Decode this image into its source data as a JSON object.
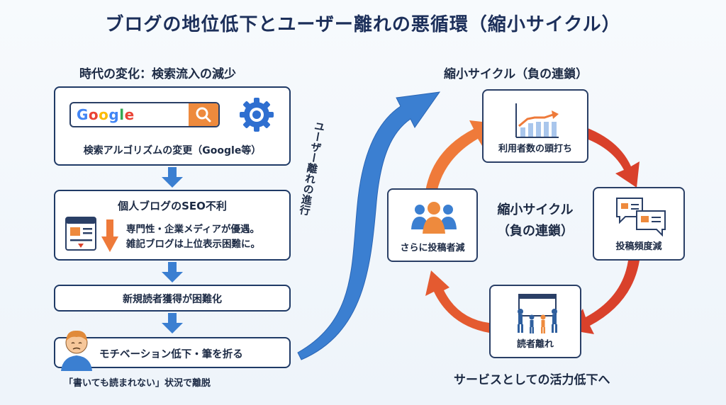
{
  "title": "ブログの地位低下とユーザー離れの悪循環（縮小サイクル）",
  "left": {
    "heading": "時代の変化：検索流入の減少",
    "step1": {
      "search_logo": "Google",
      "label": "検索アルゴリズムの変更（Google等）"
    },
    "step2": {
      "title": "個人ブログのSEO不利",
      "line1": "専門性・企業メディアが優遇。",
      "line2": "雑記ブログは上位表示困難に。"
    },
    "step3": {
      "label": "新規読者獲得が困難化"
    },
    "step4": {
      "label": "モチベーション低下・筆を折る"
    },
    "footer": "「書いても読まれない」状況で離脱"
  },
  "middle_arrow_label": "ユーザー離れの進行",
  "right": {
    "heading": "縮小サイクル（負の連鎖）",
    "center_line1": "縮小サイクル",
    "center_line2": "（負の連鎖）",
    "nodes": [
      "利用者数の頭打ち",
      "投稿頻度減",
      "読者離れ",
      "さらに投稿者減"
    ],
    "footer": "サービスとしての活力低下へ"
  },
  "colors": {
    "navy": "#1f3a66",
    "arrow_blue": "#3b7fd1",
    "red": "#d9412b",
    "orange": "#ef7a3a",
    "google_orange": "#ee8a3d"
  }
}
